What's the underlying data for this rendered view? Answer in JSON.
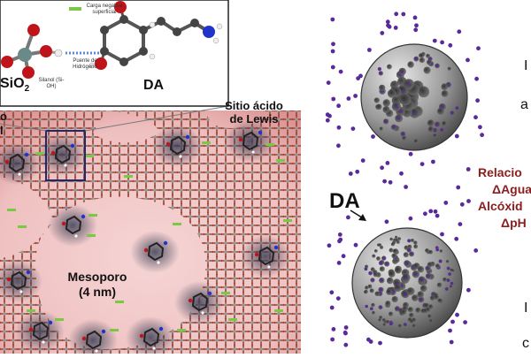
{
  "left_panel": {
    "inset": {
      "sio2_label": "SiO",
      "sio2_subscript": "2",
      "da_label": "DA",
      "legend_surface_charge": "Carga negativa superficial",
      "silanol_label": "Silanol (Si-OH)",
      "hbond_label": "Puente de Hidrógeno"
    },
    "lewis_site_label_line1": "Sitio ácido",
    "lewis_site_label_line2": "de Lewis",
    "mesopore_label_line1": "Mesoporo",
    "mesopore_label_line2": "(4 nm)",
    "cut_label_top": "o",
    "cut_label_second": "l"
  },
  "right_panel": {
    "da_label": "DA",
    "relation_lines": [
      "Relacio",
      "ΔAgua",
      "Alcóxid",
      "ΔpH"
    ],
    "cut_text_1": "I",
    "cut_text_2": "a",
    "cut_text_3": "I",
    "cut_text_4": "c"
  },
  "colors": {
    "particle_dots": "#5a2a9a",
    "relation_text": "#8b1e1e",
    "framework": "#8b4a3a",
    "membrane_bg": "#f2c8c8",
    "charge_marks": "#7ac843"
  }
}
